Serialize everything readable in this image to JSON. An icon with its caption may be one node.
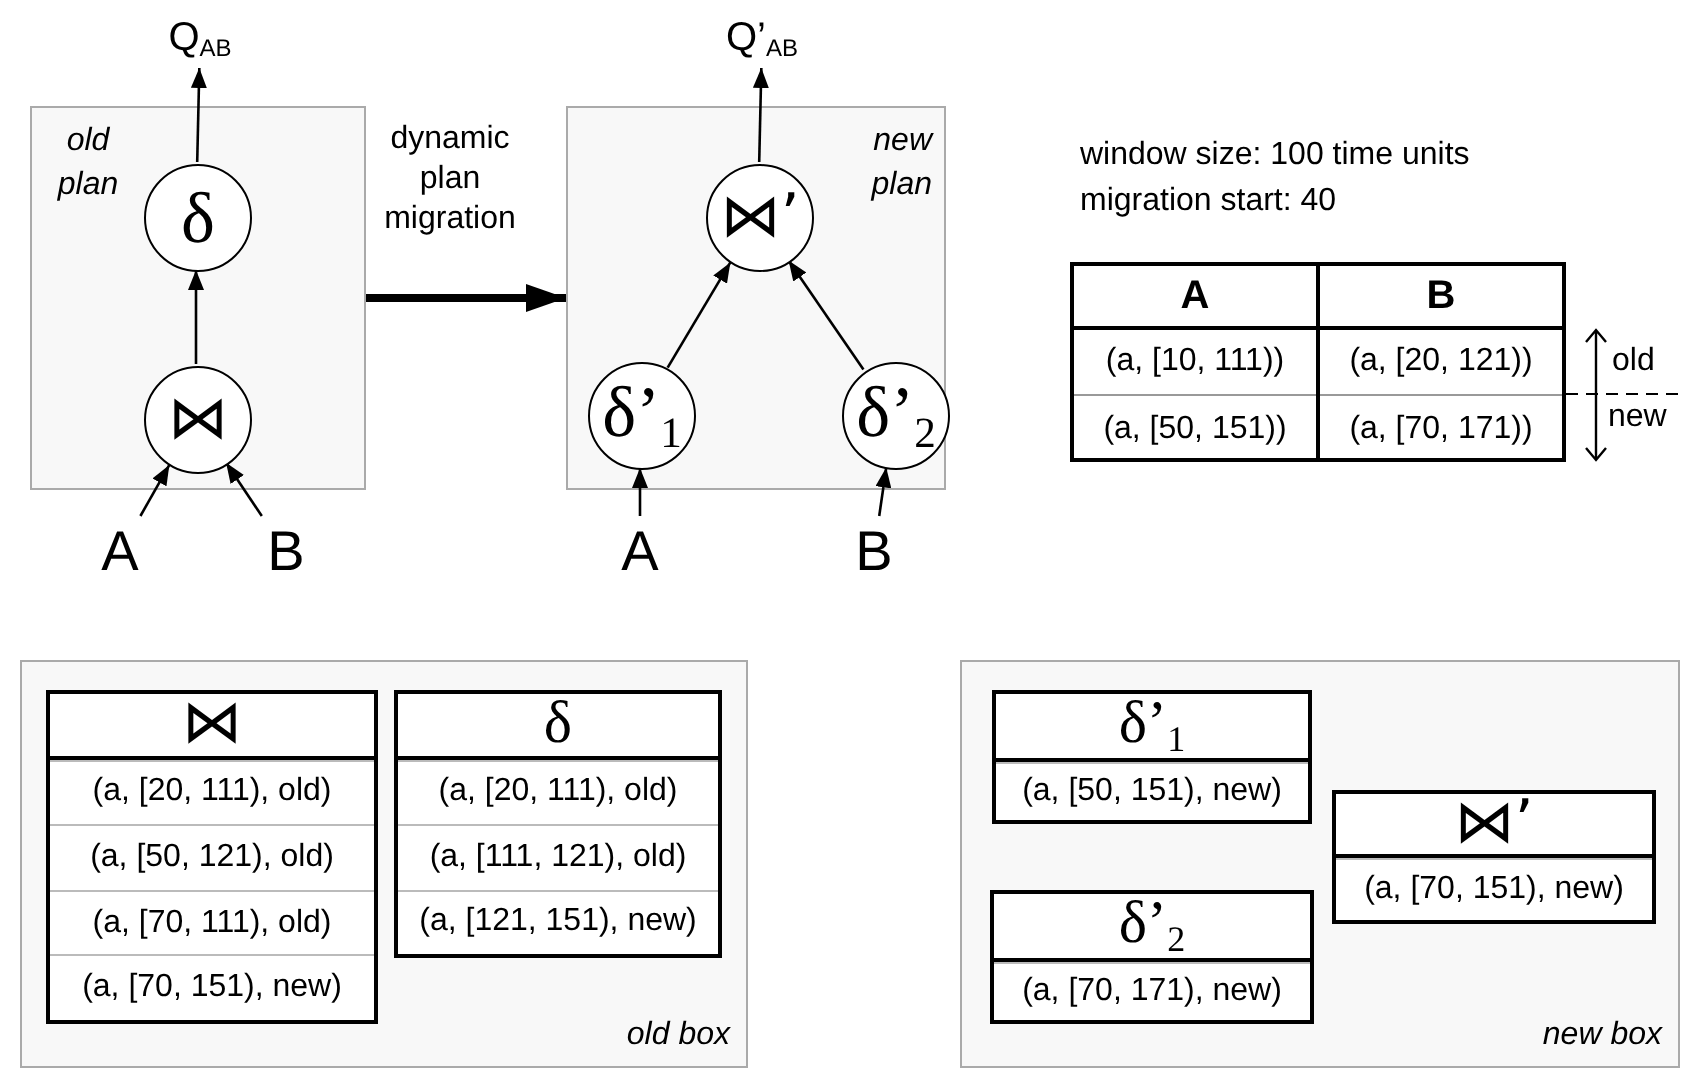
{
  "diagram": {
    "nodes": [
      {
        "text": [
          "old plan"
        ]
      },
      {
        "text": [
          "δ"
        ],
        "in": 0
      },
      {
        "text": [
          "⋈"
        ],
        "in": 0
      },
      {
        "text": [
          "Q$_{AB}$"
        ]
      },
      {
        "text": [
          "A"
        ]
      },
      {
        "text": [
          "B"
        ]
      },
      {
        "text": [
          "new plan"
        ]
      },
      {
        "text": [
          "⋈’"
        ],
        "in": 6
      },
      {
        "text": [
          "δ’$_{1}$"
        ],
        "in": 6
      },
      {
        "text": [
          "δ’$_{2}$"
        ],
        "in": 6
      },
      {
        "text": [
          "Q’$_{AB}$"
        ]
      },
      {
        "text": [
          "A"
        ]
      },
      {
        "text": [
          "B"
        ]
      },
      {
        "text": [
          "old box"
        ]
      },
      {
        "text": [
          "⋈",
          "(a, [20, 111), old)",
          "(a, [50, 121), old)",
          "(a, [70, 111), old)",
          "(a, [70, 151), new)"
        ],
        "in": 13
      },
      {
        "text": [
          "δ",
          "(a, [20, 111), old)",
          "(a, [111, 121), old)",
          "(a, [121, 151), new)"
        ],
        "in": 13
      },
      {
        "text": [
          "new box"
        ]
      },
      {
        "text": [
          "δ’$_{1}$",
          "(a, [50, 151), new)"
        ],
        "in": 16
      },
      {
        "text": [
          "⋈’",
          "(a, [70, 151), new)"
        ],
        "in": 16
      },
      {
        "text": [
          "δ’$_{2}$",
          "(a, [70, 171), new)"
        ],
        "in": 16
      }
    ],
    "edges": [
      {
        "from": 2,
        "to": 1,
        "arrow": "to"
      },
      {
        "from": 1,
        "to": 3,
        "arrow": "to"
      },
      {
        "from": 4,
        "to": 2,
        "arrow": "to"
      },
      {
        "from": 5,
        "to": 2,
        "arrow": "to"
      },
      {
        "from": 0,
        "to": 6,
        "arrow": "to",
        "label": "dynamic plan migration",
        "style": "thick"
      },
      {
        "from": 8,
        "to": 7,
        "arrow": "to"
      },
      {
        "from": 9,
        "to": 7,
        "arrow": "to"
      },
      {
        "from": 7,
        "to": 10,
        "arrow": "to"
      },
      {
        "from": 11,
        "to": 8,
        "arrow": "to"
      },
      {
        "from": 12,
        "to": 9,
        "arrow": "to"
      }
    ],
    "labels": [
      "window size: 100 time units",
      "migration start: 40",
      "A",
      "B",
      "(a, [10, 111))",
      "(a, [20, 121))",
      "(a, [50, 151))",
      "(a, [70, 171))",
      "old",
      "new"
    ]
  }
}
